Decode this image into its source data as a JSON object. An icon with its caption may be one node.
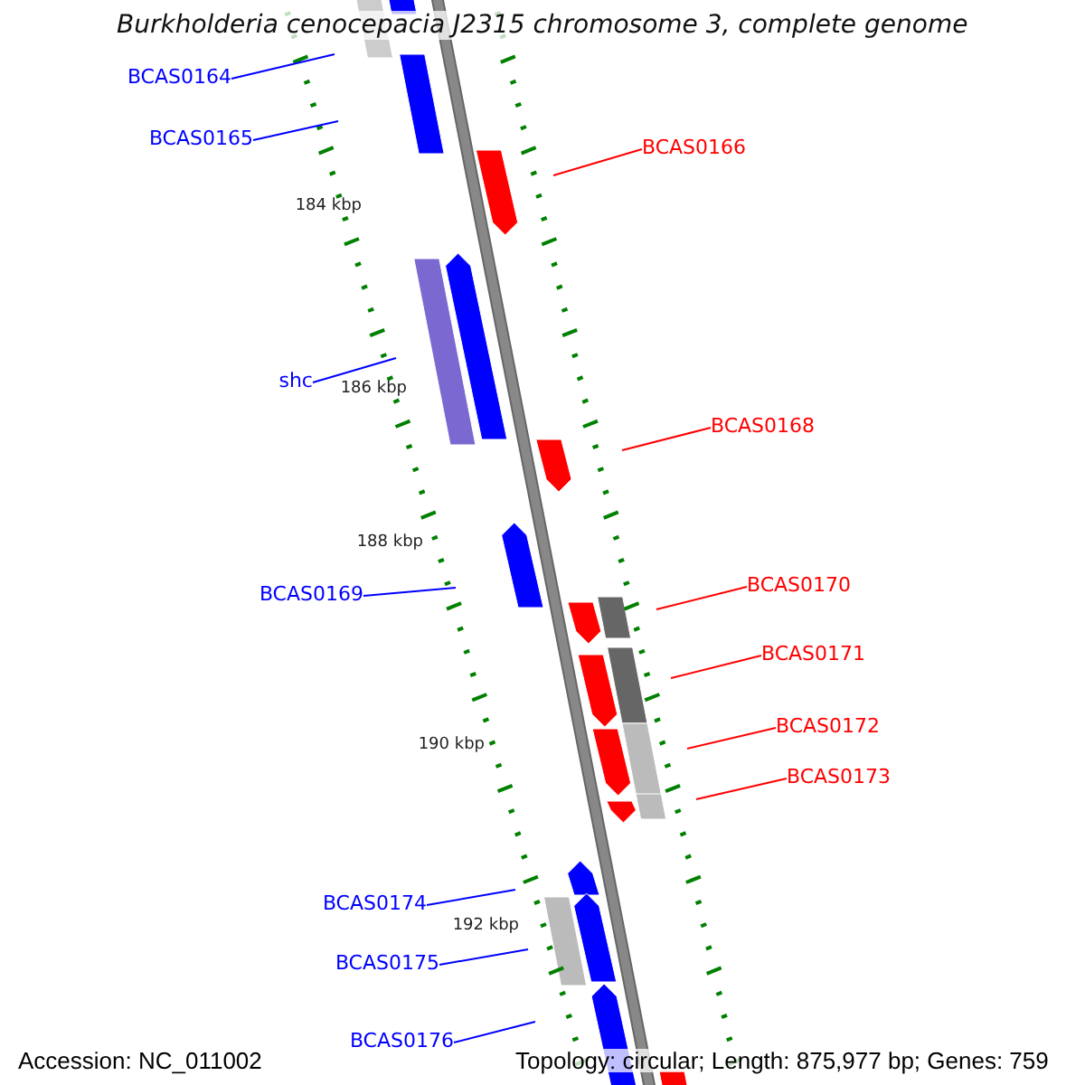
{
  "diagram": {
    "title": "Burkholderia cenocepacia J2315 chromosome 3, complete genome",
    "nodes": [
      {
        "text": [
          "BCAS0164"
        ]
      },
      {
        "text": [
          "BCAS0165"
        ]
      },
      {
        "text": [
          "BCAS0166"
        ]
      },
      {
        "text": [
          "shc"
        ]
      },
      {
        "text": [
          "BCAS0168"
        ]
      },
      {
        "text": [
          "BCAS0169"
        ]
      },
      {
        "text": [
          "BCAS0170"
        ]
      },
      {
        "text": [
          "BCAS0171"
        ]
      },
      {
        "text": [
          "BCAS0172"
        ]
      },
      {
        "text": [
          "BCAS0173"
        ]
      },
      {
        "text": [
          "BCAS0174"
        ]
      },
      {
        "text": [
          "BCAS0175"
        ]
      },
      {
        "text": [
          "BCAS0176"
        ]
      }
    ],
    "edges": [
      {
        "from": 0,
        "to": null,
        "arrow": "none"
      },
      {
        "from": 1,
        "to": null,
        "arrow": "none"
      },
      {
        "from": 2,
        "to": null,
        "arrow": "none",
        "color": "#ff0000"
      },
      {
        "from": 3,
        "to": null,
        "arrow": "none"
      },
      {
        "from": 4,
        "to": null,
        "arrow": "none",
        "color": "#ff0000"
      },
      {
        "from": 5,
        "to": null,
        "arrow": "none"
      },
      {
        "from": 6,
        "to": null,
        "arrow": "none",
        "color": "#ff0000"
      },
      {
        "from": 7,
        "to": null,
        "arrow": "none",
        "color": "#ff0000"
      },
      {
        "from": 8,
        "to": null,
        "arrow": "none",
        "color": "#ff0000"
      },
      {
        "from": 9,
        "to": null,
        "arrow": "none",
        "color": "#ff0000"
      },
      {
        "from": 10,
        "to": null,
        "arrow": "none"
      },
      {
        "from": 11,
        "to": null,
        "arrow": "none"
      },
      {
        "from": 12,
        "to": null,
        "arrow": "none"
      }
    ],
    "labels": [
      "184 kbp",
      "186 kbp",
      "188 kbp",
      "190 kbp",
      "192 kbp",
      "Accession: NC_011002",
      "Topology: circular; Length: 875,977 bp; Genes: 759"
    ]
  }
}
